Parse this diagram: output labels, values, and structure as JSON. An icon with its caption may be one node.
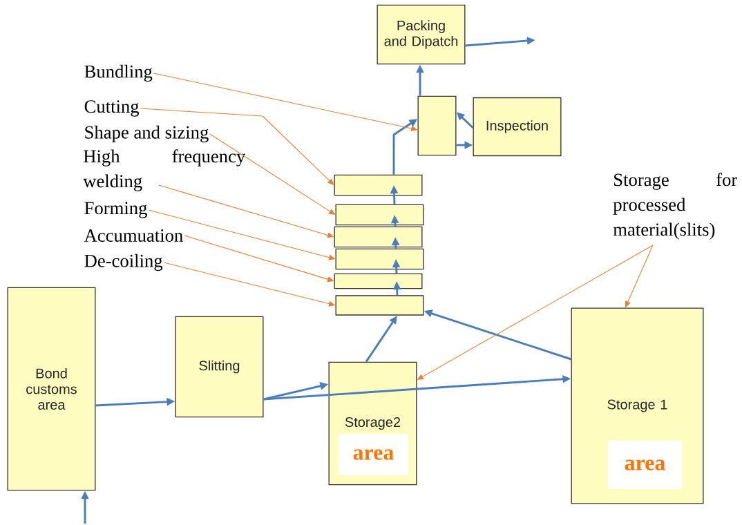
{
  "diagram": {
    "nodes": [
      {
        "text": [
          "Packing and Dipatch"
        ]
      },
      {
        "text": [],
        "shape": "box"
      },
      {
        "text": [
          "Inspection"
        ]
      },
      {
        "text": [],
        "shape": "box"
      },
      {
        "text": [],
        "shape": "box"
      },
      {
        "text": [],
        "shape": "box"
      },
      {
        "text": [],
        "shape": "box"
      },
      {
        "text": [],
        "shape": "box"
      },
      {
        "text": [],
        "shape": "box"
      },
      {
        "text": [
          "Bond customs area"
        ]
      },
      {
        "text": [
          "Slitting"
        ]
      },
      {
        "text": [
          "Storage2"
        ]
      },
      {
        "text": [
          "area"
        ],
        "in": 11
      },
      {
        "text": [
          "Storage 1"
        ]
      },
      {
        "text": [
          "area"
        ],
        "in": 13
      },
      {
        "text": [
          "Bundling"
        ]
      },
      {
        "text": [
          "Cutting"
        ]
      },
      {
        "text": [
          "Shape and sizing"
        ]
      },
      {
        "text": [
          "High frequency welding"
        ]
      },
      {
        "text": [
          "Forming"
        ]
      },
      {
        "text": [
          "Accumuation"
        ]
      },
      {
        "text": [
          "De-coiling"
        ]
      },
      {
        "text": [
          "Storage for processed material(slits)"
        ]
      }
    ],
    "edges": [
      {
        "from": null,
        "to": 9,
        "arrow": "to"
      },
      {
        "from": 9,
        "to": 10,
        "arrow": "to"
      },
      {
        "from": 10,
        "to": 11,
        "arrow": "to"
      },
      {
        "from": 10,
        "to": 13,
        "arrow": "to"
      },
      {
        "from": 11,
        "to": 8,
        "arrow": "to"
      },
      {
        "from": 13,
        "to": 8,
        "arrow": "to"
      },
      {
        "from": 8,
        "to": 7,
        "arrow": "to"
      },
      {
        "from": 7,
        "to": 6,
        "arrow": "to"
      },
      {
        "from": 6,
        "to": 5,
        "arrow": "to"
      },
      {
        "from": 5,
        "to": 4,
        "arrow": "to"
      },
      {
        "from": 4,
        "to": 3,
        "arrow": "to"
      },
      {
        "from": 3,
        "to": 1,
        "arrow": "to"
      },
      {
        "from": 1,
        "to": 2,
        "arrow": "to"
      },
      {
        "from": 2,
        "to": 1,
        "arrow": "to"
      },
      {
        "from": 1,
        "to": 0,
        "arrow": "to"
      },
      {
        "from": 0,
        "to": null,
        "arrow": "to"
      },
      {
        "from": 15,
        "to": 1,
        "arrow": "to",
        "color": "#ed7d31"
      },
      {
        "from": 16,
        "to": 3,
        "arrow": "to",
        "color": "#ed7d31"
      },
      {
        "from": 17,
        "to": 4,
        "arrow": "to",
        "color": "#ed7d31"
      },
      {
        "from": 18,
        "to": 5,
        "arrow": "to",
        "color": "#ed7d31"
      },
      {
        "from": 19,
        "to": 6,
        "arrow": "to",
        "color": "#ed7d31"
      },
      {
        "from": 20,
        "to": 7,
        "arrow": "to",
        "color": "#ed7d31"
      },
      {
        "from": 21,
        "to": 8,
        "arrow": "to",
        "color": "#ed7d31"
      },
      {
        "from": 22,
        "to": 11,
        "arrow": "to",
        "color": "#ed7d31"
      },
      {
        "from": 22,
        "to": 13,
        "arrow": "to",
        "color": "#ed7d31"
      }
    ]
  }
}
